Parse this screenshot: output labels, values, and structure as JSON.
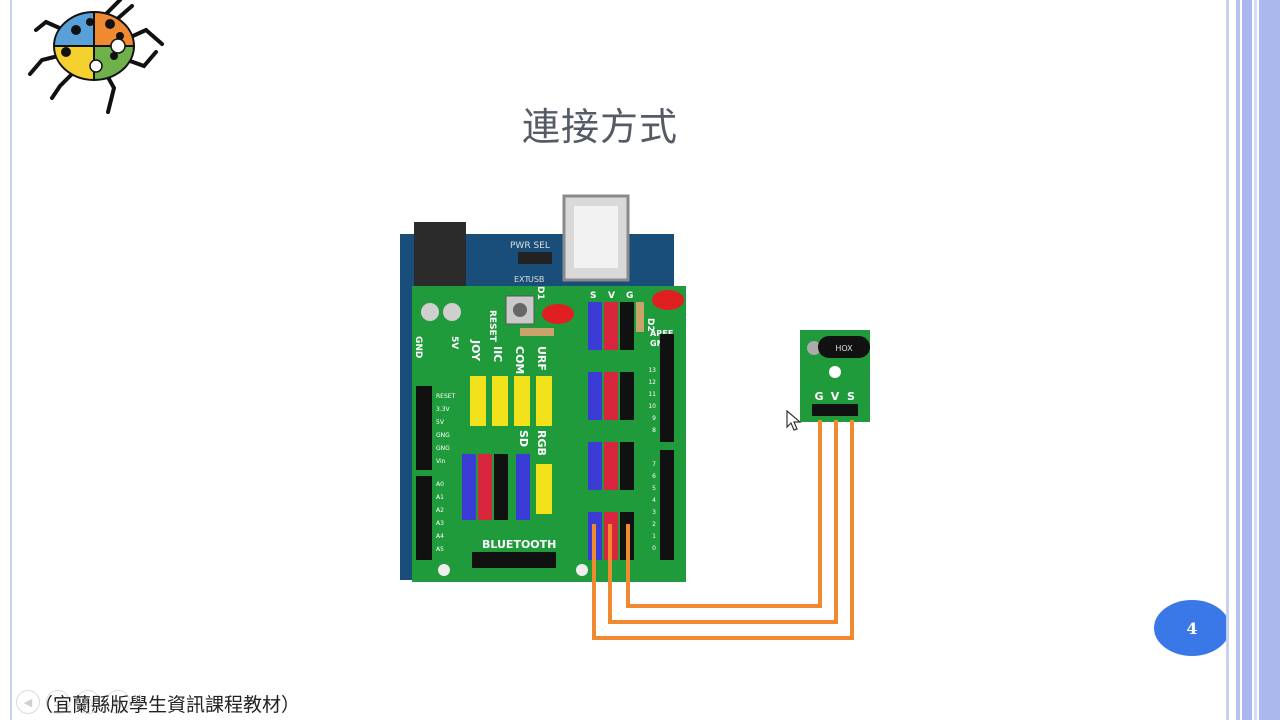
{
  "slide": {
    "title": "連接方式",
    "page_number": "4",
    "footer": "（宜蘭縣版學生資訊課程教材）"
  },
  "board": {
    "pwr_sel": "PWR SEL",
    "usb": "USB",
    "ext": "EXT",
    "d1": "D1",
    "d2": "D2",
    "reset": "RESET",
    "gnd": "GND",
    "v5": "5V",
    "joy": "JOY",
    "iic": "IIC",
    "com": "COM",
    "urf": "URF",
    "sd": "SD",
    "rgb": "RGB",
    "bluetooth": "BLUETOOTH",
    "aref": "AREF",
    "gnd2": "GND",
    "header_s": "S",
    "header_v": "V",
    "header_g": "G",
    "left_pins": [
      "RESET",
      "3.3V",
      "5V",
      "GNG",
      "GNG",
      "Vin"
    ],
    "analog_pins": [
      "A0",
      "A1",
      "A2",
      "A3",
      "A4",
      "A5"
    ],
    "digital_right": [
      "13",
      "12",
      "11",
      "10",
      "9",
      "8",
      "7",
      "6",
      "5",
      "4",
      "3",
      "2",
      "1",
      "0"
    ]
  },
  "sensor": {
    "chip_label": "HOX",
    "pin_g": "G",
    "pin_v": "V",
    "pin_s": "S"
  },
  "colors": {
    "board_green": "#1f9b3c",
    "arduino_blue": "#1a4e7a",
    "wire_orange": "#f08a30",
    "header_blue": "#3b3bd6",
    "header_red": "#d7263d",
    "header_yellow": "#f2e21b",
    "accent_blue": "#3b78e7"
  }
}
